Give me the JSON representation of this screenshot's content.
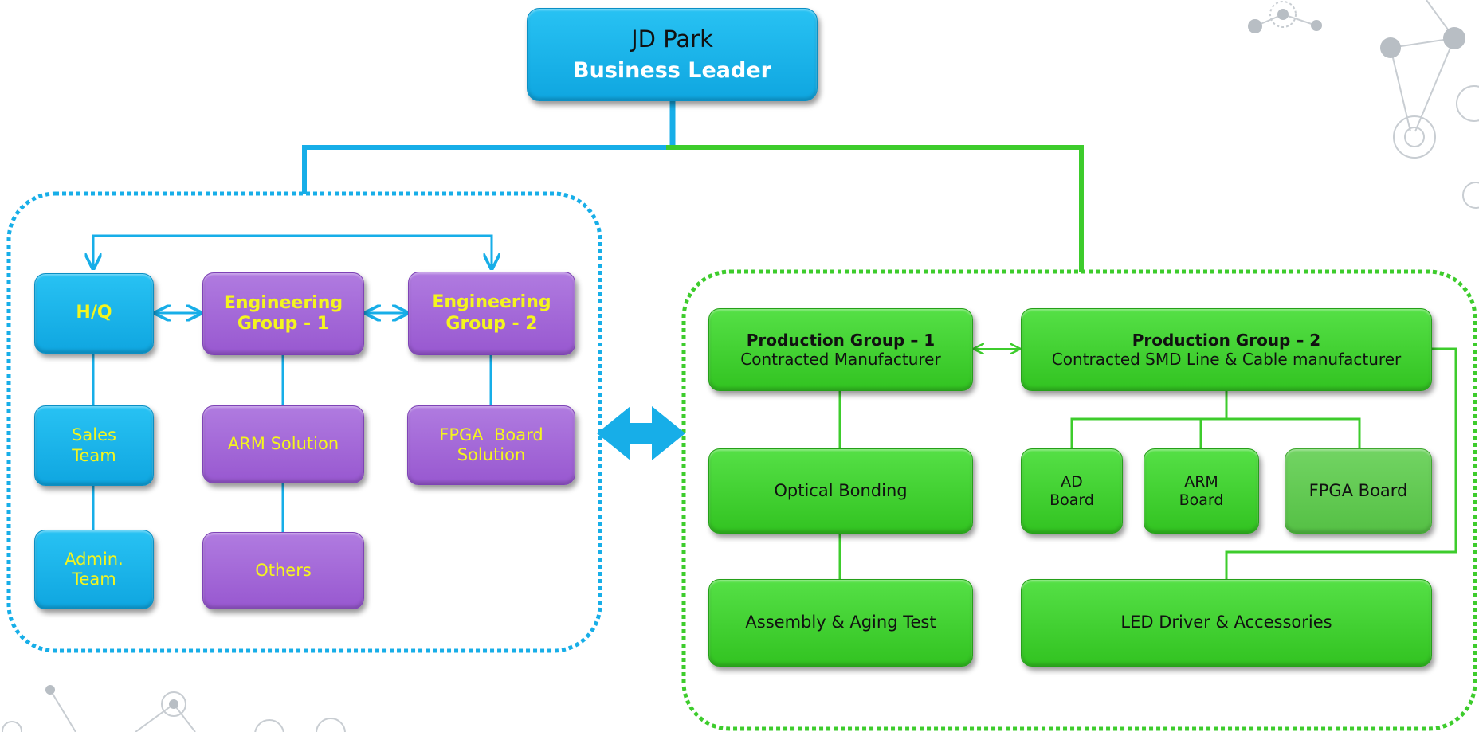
{
  "leader": {
    "name": "JD Park",
    "title": "Business Leader"
  },
  "left_group": {
    "hq": "H/Q",
    "sales": [
      "Sales",
      "Team"
    ],
    "admin": [
      "Admin.",
      "Team"
    ],
    "eng1": [
      "Engineering",
      "Group - 1"
    ],
    "eng2": [
      "Engineering",
      "Group - 2"
    ],
    "arm_solution": "ARM Solution",
    "others": "Others",
    "fpga_solution": [
      "FPGA  Board",
      "Solution"
    ]
  },
  "right_group": {
    "prod1_title": "Production Group – 1",
    "prod1_sub": "Contracted Manufacturer",
    "prod2_title": "Production Group – 2",
    "prod2_sub": "Contracted SMD Line & Cable manufacturer",
    "optical": "Optical Bonding",
    "assembly": "Assembly & Aging Test",
    "ad_board": [
      "AD",
      "Board"
    ],
    "arm_board": [
      "ARM",
      "Board"
    ],
    "fpga_board": "FPGA Board",
    "led": "LED Driver & Accessories"
  },
  "colors": {
    "blue": "#17b0ea",
    "purple": "#a56ad8",
    "green": "#3dd02c",
    "yellow_text": "#f4f51e",
    "blue_line": "#17aee8",
    "green_line": "#3dcc2c"
  }
}
